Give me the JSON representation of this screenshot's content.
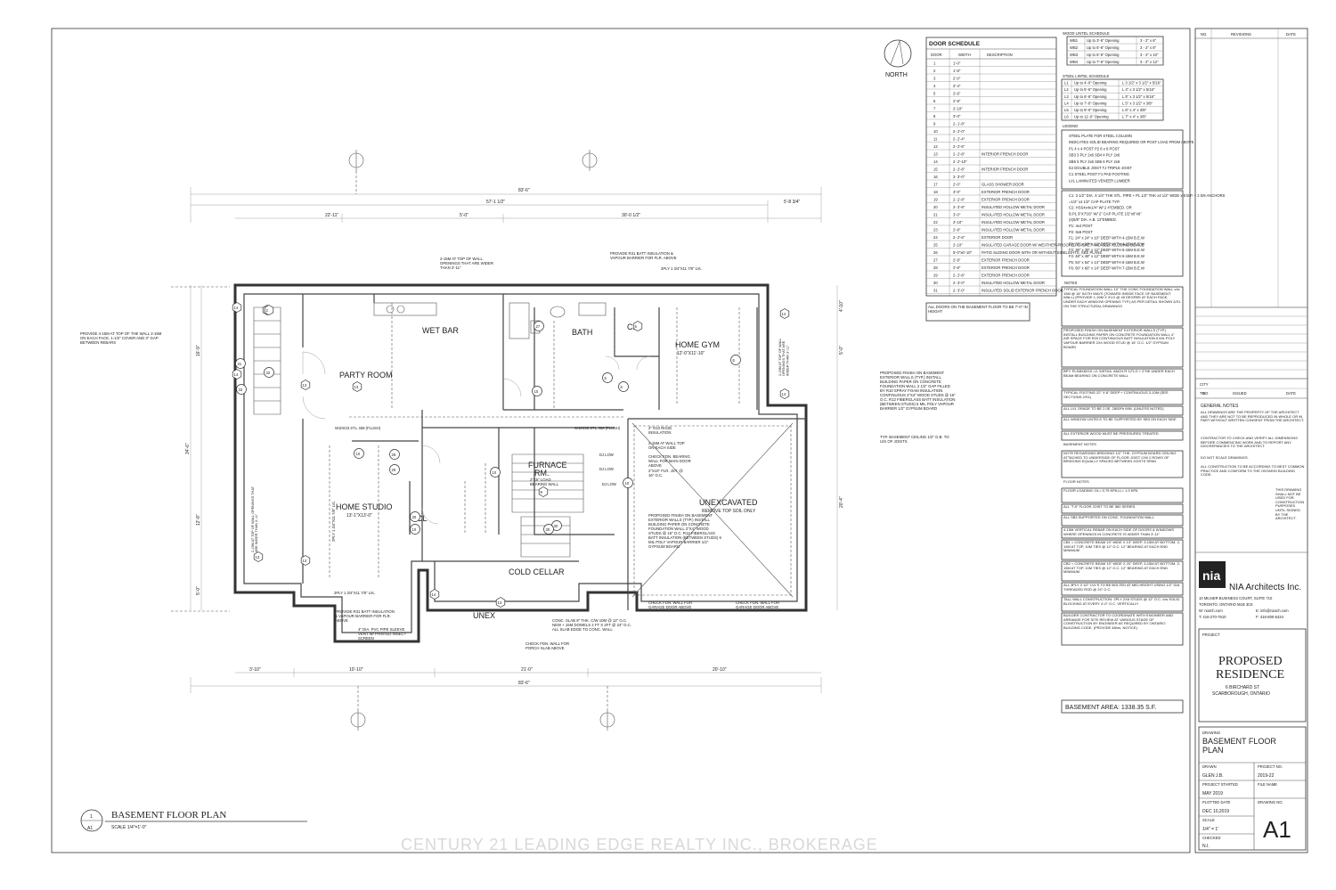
{
  "plan": {
    "rooms": {
      "wet_bar": "WET BAR",
      "party_room": "PARTY ROOM",
      "bath": "BATH",
      "cl_1": "CL",
      "home_gym": "HOME GYM",
      "home_gym_dim": "12'-0\"X11'-10\"",
      "furnace": "FURNACE",
      "furnace_rm": "RM.",
      "home_studio": "HOME STUDIO",
      "home_studio_dim": "13'-1\"X13'-0\"",
      "cl_2": "CL",
      "unexcavated": "UNEXCAVATED",
      "unexcavated_note": "REMOVE TOP SOIL ONLY",
      "cold_cellar": "COLD CELLAR",
      "unex": "UNEX"
    },
    "dims": {
      "overall_top": "83'-6\"",
      "top_a": "57'-1 1/2\"",
      "top_b": "5'-8 3/4\"",
      "top_c": "22'-11\"",
      "top_d": "5'-0\"",
      "top_e": "30'-0 1/2\"",
      "overall_bottom": "83'-6\"",
      "bot_a": "3'-10\"",
      "bot_b": "10'-10\"",
      "bot_c": "21'-0\"",
      "bot_d": "20'-10\"",
      "left_overall": "34'-6\"",
      "left_a": "16'-9\"",
      "left_b": "12'-8\"",
      "left_c": "5'-0\"",
      "right_a": "4'-10\"",
      "right_b": "5'-0\"",
      "right_c": "20'-4\""
    },
    "notes": {
      "rebar_left": "PROVIDE 4-15M AT TOP OF THE WALL 2-15M ON EACH FACE, 1-1/2\" COVER AND 3\" GAP BETWEEN REBARS",
      "rebar_top": "2-15M AT TOP OF WALL OPENINGS THAT ARE WIDER THAN 3'-11\"",
      "batt_top": "PROVIDE R31 BATT INSULATION & VAPOUR BARRIER FOR FLR. ABOVE",
      "lvl_top": "2PLY 1 3/4\"X11 7/8\" LVL",
      "finish_right": "PROPOSED FINISH ON BASEMENT EXTERIOR WALLS (TYP.) INSTALL BUILDING PAPER ON CONCRETE FOUNDATION WALL 2 1/2\" GAP FILLED BY R10 SPRAY FOAM INSULATION CONTINUOUS 2\"X4\" WOOD STUDS @ 16\" O.C. R12 FIBERGLASS BATT INSULATION (BETWEEN STUDS) 6 MIL POLY VAPOUR BARRIER 1/2\" GYPSUM BOARD",
      "ceiling_right": "TYP. BASEMENT CEILING 1/2\" G.B. TO U/S OF JOISTS",
      "finish_mid": "PROPOSED FINISH ON BASEMENT EXTERIOR WALLS (TYP.) INSTALL BUILDING PAPER ON CONCRETE FOUNDATION WALL 2\"X4\" WOOD STUDS @ 16\" O.C. R12 FIBERGLASS BATT INSULATION (BETWEEN STUDS) 6 MIL POLY VAPOUR BARRIER 1/2\" GYPSUM BOARD",
      "check_garage_1": "CHECK FDN. WALL FOR GARAGE DOOR ABOVE",
      "check_garage_2": "CHECK FDN. WALL FOR GARAGE DOOR ABOVE",
      "batt_bottom": "PROVIDE R31 BATT INSULATION & VAPOUR BARRIER FOR FLR. ABOVE",
      "pvc_sleeve": "4\" DIA. PVC PIPE SLEEVE VENT W/ PAINTED INSECT SCREEN",
      "slab": "CONC. SLAB 8\" THK. C/W 10M @ 12\" O.C. NEW + 15M DOWELS 2 FT X 2FT @ 24\" O.C. ALL SLAB EDGE TO CONC. WALL",
      "porch": "CHECK FDN. WALL FOR PORCH SLAB ABOVE",
      "rigid": "2\" R10 RIGID INSULATION",
      "wall_top": "2-15M AT WALL TOP ON EACH SIDE",
      "check_bearing": "CHECK FDN. BEARING WALL FOR MAIN DOOR ABOVE",
      "flr_joist": "2\"X10\" FLR. JST. @ 16\" O.C.",
      "bearing_wall": "2\"X6\" LOAD BEARING WALL",
      "stl_beam_1": "W10X33 STL. BM (FLUSH)",
      "stl_beam_2": "W10X33 STL. BM (FLUSH)",
      "dj_low_1": "DJ LOW",
      "dj_low_2": "DJ LOW",
      "dj_low_3": "DJ LOW",
      "rebar_studio": "2-15M AT TOP OF WALL OPENINGS THAT ARE WIDER THAN 3'-11\"",
      "rebar_gym": "2-15M AT TOP OF WALL OPENINGS THAT ARE WIDER THAN 3'-11\"",
      "lvl_studio": "2PLY 1 3/4\"X11 7/8\" LVL",
      "lvl_bottom": "2PLY 1 3/4\"X11 7/8\" LVL"
    },
    "tags": [
      "14",
      "14",
      "14",
      "14",
      "14",
      "13",
      "13",
      "13",
      "13",
      "13",
      "10",
      "10",
      "10",
      "10",
      "10",
      "27",
      "28",
      "29",
      "30",
      "31",
      "32",
      "33",
      "6",
      "6",
      "6",
      "2",
      "2",
      "5",
      "9",
      "30",
      "30"
    ],
    "north": "NORTH",
    "title_num": "1",
    "title_sheet": "A1",
    "title": "BASEMENT FLOOR PLAN",
    "scale": "SCALE 1/4\"=1'-0\""
  },
  "door_schedule": {
    "title": "DOOR SCHEDULE",
    "headers": [
      "DOOR",
      "WIDTH",
      "DESCRIPTION"
    ],
    "rows": [
      [
        "1",
        "1'-0\"",
        ""
      ],
      [
        "2",
        "1'-8\"",
        ""
      ],
      [
        "3",
        "2'-0\"",
        ""
      ],
      [
        "4",
        "2'-4\"",
        ""
      ],
      [
        "5",
        "2'-6\"",
        ""
      ],
      [
        "6",
        "2'-8\"",
        ""
      ],
      [
        "7",
        "2'-10\"",
        ""
      ],
      [
        "8",
        "3'-0\"",
        ""
      ],
      [
        "9",
        "2- 1'-8\"",
        ""
      ],
      [
        "10",
        "2- 2'-0\"",
        ""
      ],
      [
        "11",
        "2- 2'-4\"",
        ""
      ],
      [
        "12",
        "2- 2'-6\"",
        ""
      ],
      [
        "13",
        "2- 2'-8\"",
        "INTERIOR FRENCH DOOR"
      ],
      [
        "14",
        "2- 2'-10\"",
        ""
      ],
      [
        "15",
        "2- 2'-8\"",
        "INTERIOR FRENCH DOOR"
      ],
      [
        "16",
        "2- 3'-0\"",
        ""
      ],
      [
        "17",
        "2'-0\"",
        "GLASS SHOWER DOOR"
      ],
      [
        "18",
        "3'-0\"",
        "EXTERIOR FRENCH DOOR"
      ],
      [
        "19",
        "2- 2'-8\"",
        "EXTERIOR FRENCH DOOR"
      ],
      [
        "20",
        "2- 2'-8\"",
        "INSULATED HOLLOW METAL DOOR"
      ],
      [
        "21",
        "3'-0\"",
        "INSULATED HOLLOW METAL DOOR"
      ],
      [
        "22",
        "2'-10\"",
        "INSULATED HOLLOW METAL DOOR"
      ],
      [
        "23",
        "2'-8\"",
        "INSULATED HOLLOW METAL DOOR"
      ],
      [
        "24",
        "2- 2'-6\"",
        "EXTERIOR DOOR"
      ],
      [
        "25",
        "2'-10\"",
        "INSULATED GARAGE DOOR W/ WEATHER-PROOFED GASKET AND SELF-CLOSING DEVICE"
      ],
      [
        "26",
        "5'-0\"x6'-10\"",
        "PATIO SLIDING DOOR WITH OR WITHOUT SIDELIGHTS, SEE PLANS"
      ],
      [
        "27",
        "2'-8\"",
        "EXTERIOR FRENCH DOOR"
      ],
      [
        "28",
        "2'-8\"",
        "EXTERIOR FRENCH DOOR"
      ],
      [
        "29",
        "2- 2'-8\"",
        "EXTERIOR FRENCH DOOR"
      ],
      [
        "30",
        "2- 3'-0\"",
        "INSULATED HOLLOW METAL DOOR"
      ],
      [
        "31",
        "2- 3'-0\"",
        "INSULATED SOLID EXTERIOR FRENCH DOOR"
      ]
    ],
    "note": "ALL DOORS ON THE BASEMENT FLOOR TO BE 7'-0\" IN HEIGHT"
  },
  "wood_lintel": {
    "title": "WOOD LINTEL SCHEDULE",
    "rows": [
      [
        "WB1",
        "Up to 3'-6\" Opening",
        "3 - 2\" x 6\""
      ],
      [
        "WB2",
        "Up to 5'-6\" Opening",
        "3 - 2\" x 8\""
      ],
      [
        "WB3",
        "Up to 6'-6\" Opening",
        "3 - 2\" x 10\""
      ],
      [
        "WB4",
        "Up to 7'-6\" Opening",
        "3 - 2\" x 12\""
      ]
    ]
  },
  "steel_lintel": {
    "title": "STEEL LINTEL SCHEDULE",
    "rows": [
      [
        "L1",
        "Up to 4'-0\" Opening",
        "L 3 1/2\" x 3 1/2\" x 5/16\""
      ],
      [
        "L2",
        "Up to 5'-6\" Opening",
        "L 4\" x 3 1/2\" x 5/16\""
      ],
      [
        "L3",
        "Up to 6'-6\" Opening",
        "L 5\" x 3 1/2\" x 5/16\""
      ],
      [
        "L4",
        "Up to 7'-6\" Opening",
        "L 5\" x 3 1/2\" x 3/8\""
      ],
      [
        "L5",
        "Up to 9'-0\" Opening",
        "L 6\" x 4\" x 3/8\""
      ],
      [
        "L6",
        "Up to 11'-0\" Opening",
        "L 7\" x 4\" x 3/8\""
      ]
    ]
  },
  "legend": {
    "title": "LEGEND",
    "lines": [
      "STEEL PLATE FOR STEEL COLUMN",
      "INDICATES SOLID BEARING REQUIRED OR POST LOAD FROM ABOVE",
      "P1  4 x 4 POST      P2  6 x 6 POST",
      "SB3  3 PLY 2x6      SB4  4 PLY 2x6",
      "SB5  5 PLY 2x6      SB6  6 PLY 2x6",
      "DJ  DOUBLE JOIST   TJ  TRIPLE JOIST",
      "C1  STEEL POST     F1  PAD FOOTING",
      "LVL LAMINATED VENEER LUMBER",
      "C1: 3 1/2\" DIA. X 1/4\" THK STL. PIPE + PL 1/2\" THK x4 1/2\" WIDE x 8 B.P. + 2 5/8 ANCHORS",
      "=1/2\" x4 1/2\" CAP PLATE TYP.",
      "C2: HSS4x4x1/4\" W/ 2 4\"EMBED. OR",
      "B.PL 9\"X7/16\" W/ 2\" CAP PLATE 1/2\"x6\"x6\"",
      "(4)5/8\" DIA. A.B. 12\"EMBED.",
      "P1: 4x4 POST",
      "P2: 6x6 POST",
      "F1: 24\" x 24\" x 10\" DEEP WITH 4-15M B.E.W",
      "F2: 30\" x 30\" x 12\" DEEP WITH 4-15M B.E.W",
      "F3: 36\" x 36\" x 12\" DEEP WITH 6-15M B.E.W",
      "F4: 48\" x 48\" x 12\" DEEP WITH 6-15M B.E.W",
      "F5: 54\" x 54\" x 14\" DEEP WITH 6-15M B.E.W",
      "F6: 60\" x 60\" x 14\" DEEP WITH 7-15M B.E.W"
    ]
  },
  "notes": {
    "title": "NOTES",
    "blocks": [
      "TYPICAL FOUNDATION WALL 10\" THK CONC FOUNDATION WALL c/w 15M @ 16\" BOTH WAYS (TOWARD INSIDE FACE OF BASEMENT WALL) (PROVIDE 1-15M X 3'LG @ 45 DEGREE AT EACH FACE, UNDER EACH WINDOW OPENING TYP.) AS PER DETAIL SHOWN 2/S1 ON THE STRUCTURAL DRAWINGS",
      "PROPOSED FINISH ON BASEMENT EXTERIOR WALLS (TYP.) INSTALL BUILDING PAPER ON CONCRETE FOUNDATION WALL 4\" AIR SPACE FOR R20 CONTINUOUS BATT INSULATION 6 MIL POLY VAPOUR BARRIER 2X4 WOOD STUD @ 16\" O.C. 1/2\" GYPSUM BOARD",
      "BPY. PL5/8X8X10 =2- 5/8\"DIA. ANCH.R 12\"LG + 2\"HK UNDER EACH BEAM BEARING ON CONCRETE WALL",
      "TYPICAL FOOTING 22\" X 8\" DEEP + CONTINUOUS 3-10M (SEE SECTIONS 2/S1)",
      "ALL LVL GRADE TO BE 2.0E, 2800Fb MIN. (UNLESS NOTED)",
      "ALL WINDOW LINTELS TO BE SUPPORTED BY SB3 ON EACH SIDE",
      "ALL EXTERIOR WOOD MUST BE PRESSURED TREATED",
      "BASEMENT NOTES",
      "NOTE REGARDING BRIDGING 1/2\" THK. GYPSUM BOARD CEILING ATTACHED TO UNDERSIDE OF FLOOR JOIST C/W 2 ROWS OF BRIDGING EQUALLY SPACED BETWEEN JOISTS SPAN",
      "FLOOR NOTES",
      "FLOOR LOADING: DL= 0.75 KPA LL= 1.9 KPA",
      "ALL \"TJI\" FLOOR JOIST TO BE 560 SERIES.",
      "ALL SB3 SUPPORTED ON CONC. FOUNDATION WALL",
      "4-15M VERTICAL REBAR ON EACH SIDE OF DOORS & WINDOWS WHERE OPENINGS IN CONCRETE IS WIDER THAN 3'-11\"",
      "CB1 = CONCRETE BEAM 10\" WIDE X 13\" DEEP, 3-15M AT BOTTOM, 2-15M AT TOP, 10M TIES @ 12\" O.C. 12\" BEARING AT EACH END MINIMUM",
      "CB2 = CONCRETE BEAM 10\" WIDE X 20\" DEEP, 3-15M AT BOTTOM, 2-15M AT TOP, 10M TIES @ 12\" O.C. 12\" BEARING AT EACH END MINIMUM",
      "ALL 3PLY 3 1/2\" LVL'S TO BE BOLTED AT MID-HEIGHT USING 1/2\" DIA. THREADED ROD @ 24\" O.C.",
      "TALL WALL CONSTRUCTION: 2PLY 2X6 STUDS @ 12\" O.C. c/w SOLID BLOCKING AT EVERY 4'-0\" O.C. VERTICALLY",
      "BUILDER CONTRACTOR TO COORDINATE WITH ENGINEER AND ARRANGE FOR SITE REVIEW AT VARIOUS STAGE OF CONSTRUCTION BY ENGINEER AS REQUIRED BY ONTARIO BUILDING CODE. (PROVIDE 48hrs. NOTICE)"
    ],
    "area": "BASEMENT AREA: 1338.35 S.F."
  },
  "title_block": {
    "rev_headers": [
      "NO.",
      "REVISIONS",
      "DATE"
    ],
    "issue_headers": [
      "NO.",
      "ISSUED",
      "DATE"
    ],
    "issue_city": "CITY",
    "issue_to": "TO",
    "general_notes_title": "GENERAL NOTES",
    "general_notes": [
      "ALL DRAWINGS ARE THE PROPERTY OF THE ARCHITECT AND THEY ARE NOT TO BE REPRODUCED IN WHOLE OR IN PART WITHOUT WRITTEN CONSENT FROM THE ARCHITECT.",
      "CONTRACTOR TO CHECK AND VERIFY ALL DIMENSIONS BEFORE COMMENCING WORK AND TO REPORT ANY DISCREPANCIES TO THE ARCHITECT.",
      "DO NOT SCALE DRAWINGS.",
      "ALL CONSTRUCTION TO BE ACCORDING TO BEST COMMON PRACTICE AND CONFORM TO THE ONTARIO BUILDING CODE."
    ],
    "stamp_note": "THIS DRAWING SHALL NOT BE USED FOR CONSTRUCTION PURPOSES UNTIL SIGNED BY THE ARCHITECT.",
    "firm_logo": "nia",
    "firm": "NIA Architects Inc.",
    "addr1": "10 MILNER BUSINESS COURT, SUITE 710",
    "addr2": "TORONTO, ONTARIO  M1B 3C6",
    "web": "W: niarch.com",
    "email": "E: info@niarch.com",
    "tel": "T: 416-270-7610",
    "fax": "F: 416-800-5434",
    "project_label": "PROJECT",
    "project_1": "PROPOSED",
    "project_2": "RESIDENCE",
    "address_1": "6 BIRCHARD ST",
    "address_2": "SCARBOROUGH, ONTARIO",
    "drawing_label": "DRAWING",
    "drawing_1": "BASEMENT FLOOR",
    "drawing_2": "PLAN",
    "drawn_label": "DRAWN",
    "drawn": "GLEN J.B.",
    "project_no_label": "PROJECT NO.",
    "project_no": "2019-22",
    "started_label": "PROJECT STARTED",
    "started": "MAY 2019",
    "file_label": "FILE NAME",
    "file": "",
    "plotted_label": "PLOTTED DATE",
    "plotted": "DEC 10,2019",
    "drawing_no_label": "DRAWING NO.",
    "scale_label": "SCALE",
    "scale": "1/4\" = 1'",
    "sheet": "A1",
    "checked_label": "CHECKED",
    "checked": "N.I."
  },
  "watermark": "CENTURY 21 LEADING EDGE REALTY INC., BROKERAGE"
}
